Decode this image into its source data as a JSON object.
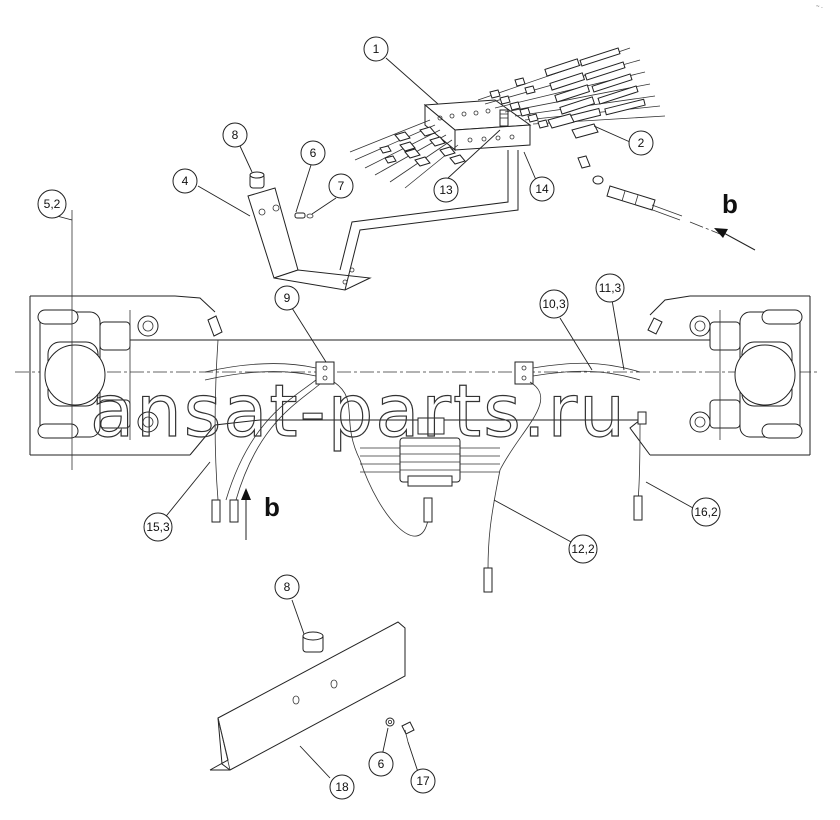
{
  "callouts": {
    "c1": "1",
    "c2": "2",
    "c4": "4",
    "c5_2": "5,2",
    "c6_top": "6",
    "c7": "7",
    "c8_top": "8",
    "c9": "9",
    "c10_3": "10,3",
    "c11_3": "11,3",
    "c12_2": "12,2",
    "c13": "13",
    "c14": "14",
    "c15_3": "15,3",
    "c16_2": "16,2",
    "c8_bottom": "8",
    "c6_bottom": "6",
    "c17": "17",
    "c18": "18"
  },
  "view_labels": {
    "b_upper": "b",
    "b_lower": "b"
  },
  "watermark": "ansat-parts.ru",
  "corner_mark": "~ ."
}
